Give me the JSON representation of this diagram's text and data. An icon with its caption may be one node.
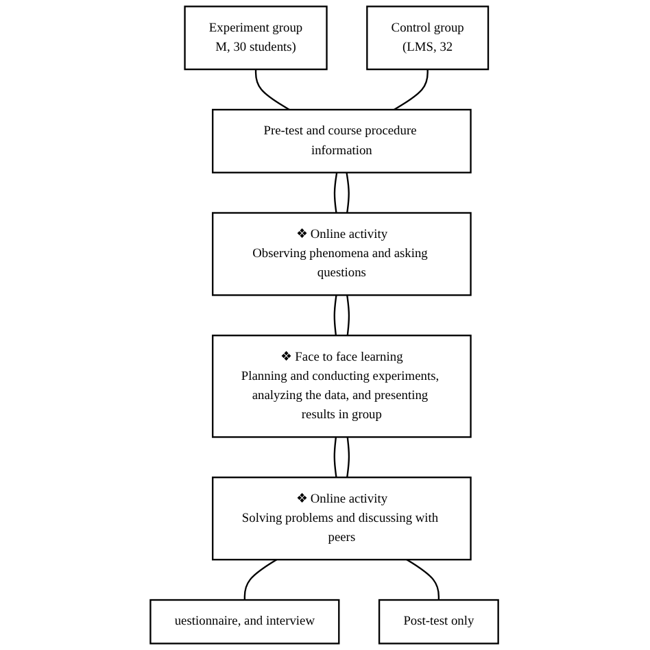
{
  "diagram": {
    "nodes": [
      {
        "text": [
          "Experiment group",
          "M, 30 students)"
        ]
      },
      {
        "text": [
          "Control group",
          "(LMS, 32"
        ]
      },
      {
        "text": [
          "Pre-test and course procedure information"
        ]
      },
      {
        "text": [
          "❖ Online activity",
          "Observing phenomena and asking questions"
        ]
      },
      {
        "text": [
          "❖ Face to face learning",
          "Planning and conducting experiments, analyzing the data, and presenting results in group"
        ]
      },
      {
        "text": [
          "❖ Online activity",
          "Solving problems and discussing with peers"
        ]
      },
      {
        "text": [
          "uestionnaire, and interview"
        ]
      },
      {
        "text": [
          "Post-test only"
        ]
      }
    ],
    "edges": [
      {
        "from": 0,
        "to": 2,
        "arrow": "none"
      },
      {
        "from": 1,
        "to": 2,
        "arrow": "none"
      },
      {
        "from": 2,
        "to": 3,
        "arrow": "none"
      },
      {
        "from": 2,
        "to": 3,
        "arrow": "none"
      },
      {
        "from": 3,
        "to": 4,
        "arrow": "none"
      },
      {
        "from": 3,
        "to": 4,
        "arrow": "none"
      },
      {
        "from": 4,
        "to": 5,
        "arrow": "none"
      },
      {
        "from": 4,
        "to": 5,
        "arrow": "none"
      },
      {
        "from": 5,
        "to": 6,
        "arrow": "none"
      },
      {
        "from": 5,
        "to": 7,
        "arrow": "none"
      }
    ]
  }
}
